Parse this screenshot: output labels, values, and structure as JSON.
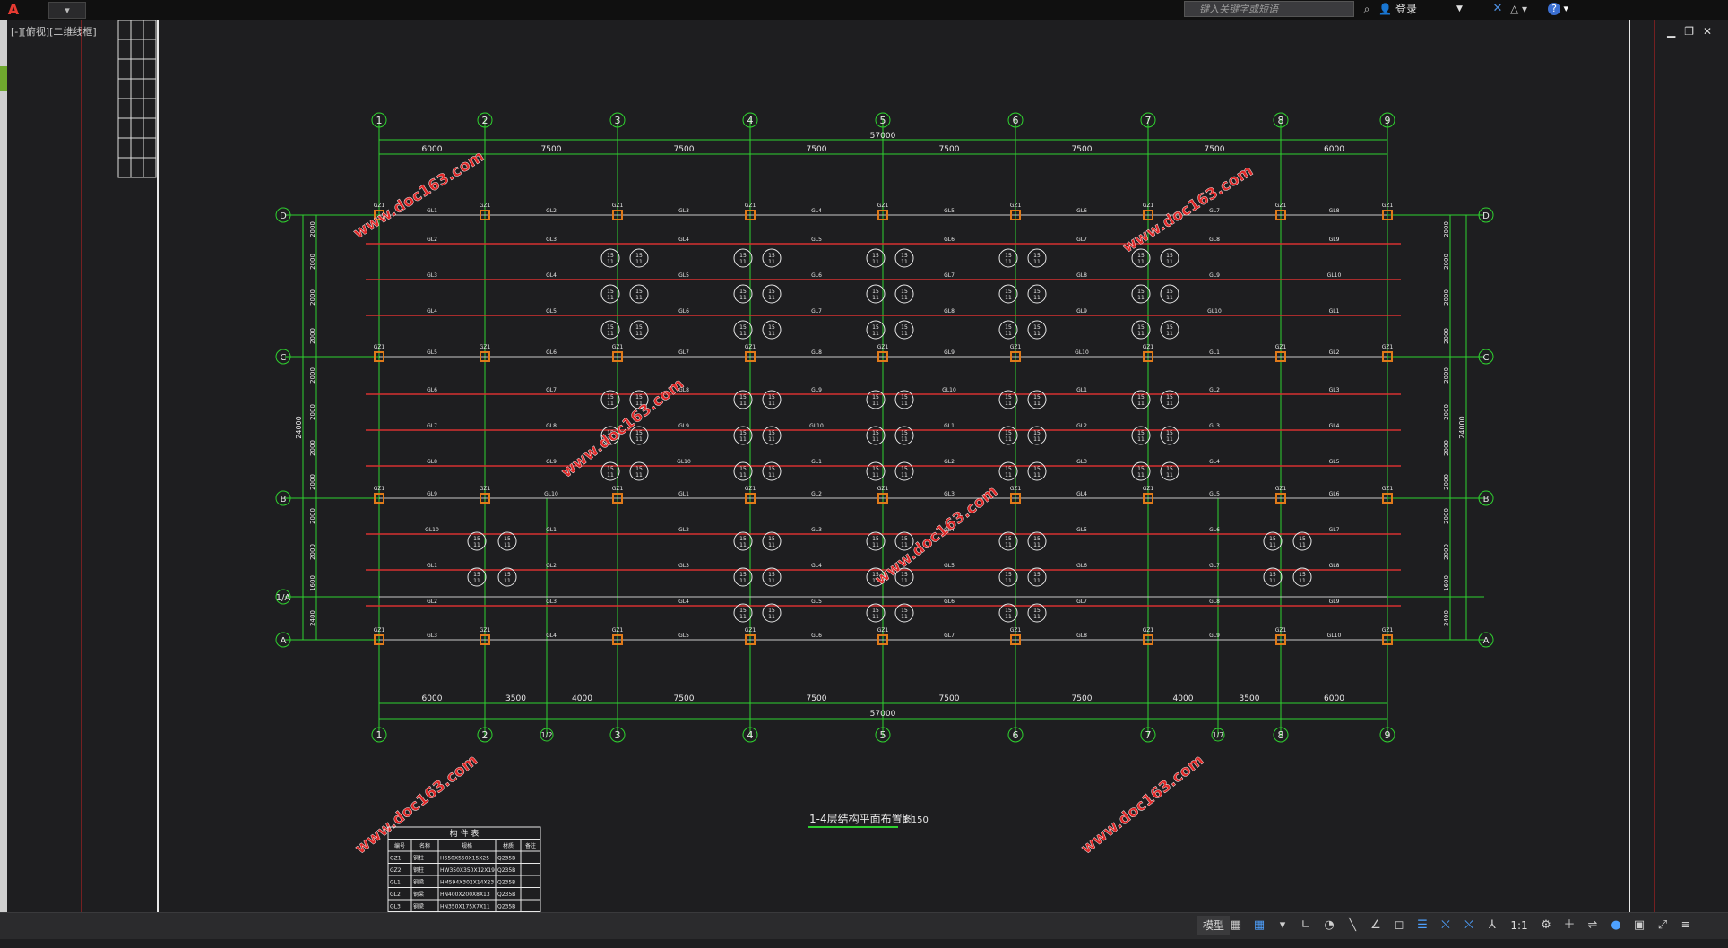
{
  "app": {
    "logo": "A",
    "quick_access": "▾",
    "search_placeholder": "键入关键字或短语",
    "login_label": "登录",
    "help_label": "?",
    "viewport_label": "[-][俯视][二维线框]"
  },
  "drawing": {
    "title": "1-4层结构平面布置图",
    "scale": "1:150",
    "watermark": "www.doc163.com",
    "grid_columns": [
      "1",
      "2",
      "3",
      "4",
      "5",
      "6",
      "7",
      "8",
      "9"
    ],
    "extra_columns": [
      "1/2",
      "1/7"
    ],
    "grid_rows": [
      "D",
      "C",
      "B",
      "1/A",
      "A"
    ],
    "top_dims": [
      "6000",
      "7500",
      "7500",
      "7500",
      "7500",
      "7500",
      "7500",
      "6000"
    ],
    "top_total": "57000",
    "bottom_dims": [
      "6000",
      "3500",
      "4000",
      "7500",
      "7500",
      "7500",
      "7500",
      "4000",
      "3500",
      "6000"
    ],
    "bottom_total": "57000",
    "side_dims": [
      "2000",
      "2000",
      "2000",
      "2000",
      "2000",
      "2000",
      "2000",
      "2000",
      "2000",
      "2000",
      "1600",
      "2400"
    ],
    "side_total": "24000",
    "beam_labels": [
      "GL1",
      "GL2",
      "GL3",
      "GL4",
      "GL5",
      "GL6",
      "GL7",
      "GL8",
      "GL9",
      "GL10"
    ],
    "column_label": "GZ1",
    "slab_marks": [
      "15",
      "11"
    ]
  },
  "schedule": {
    "title": "构 件 表",
    "headers": [
      "编号",
      "名称",
      "规格",
      "材质",
      "备注"
    ],
    "rows": [
      [
        "GZ1",
        "钢柱",
        "H650X550X15X25",
        "Q235B",
        ""
      ],
      [
        "GZ2",
        "钢柱",
        "HW350X350X12X19",
        "Q235B",
        ""
      ],
      [
        "GL1",
        "钢梁",
        "HM594X302X14X23",
        "Q235B",
        ""
      ],
      [
        "GL2",
        "钢梁",
        "HN400X200X8X13",
        "Q235B",
        ""
      ],
      [
        "GL3",
        "钢梁",
        "HN350X175X7X11",
        "Q235B",
        ""
      ]
    ]
  },
  "status": {
    "model_tab": "模型",
    "scale": "1:1"
  },
  "colors": {
    "grid_line": "#2fd12f",
    "beam": "#d63030",
    "secondary": "#c8c8c8",
    "watermark": "#e02828",
    "accent": "#2b7bd6"
  }
}
